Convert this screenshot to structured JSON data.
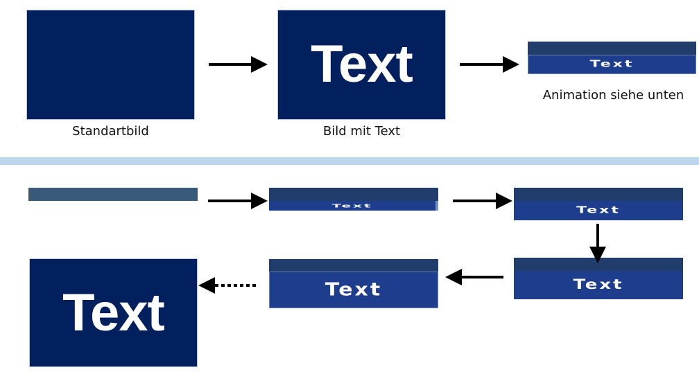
{
  "top_row": {
    "standard_caption": "Standartbild",
    "text_image_caption": "Bild mit Text",
    "animation_caption": "Animation siehe unten"
  },
  "box_text": "Text",
  "colors": {
    "navy": "#03205e",
    "band_blue": "#1e3d8c",
    "band_top": "#213d6b",
    "thin_bar": "#3a5a7c",
    "divider": "#bdd7ee"
  }
}
